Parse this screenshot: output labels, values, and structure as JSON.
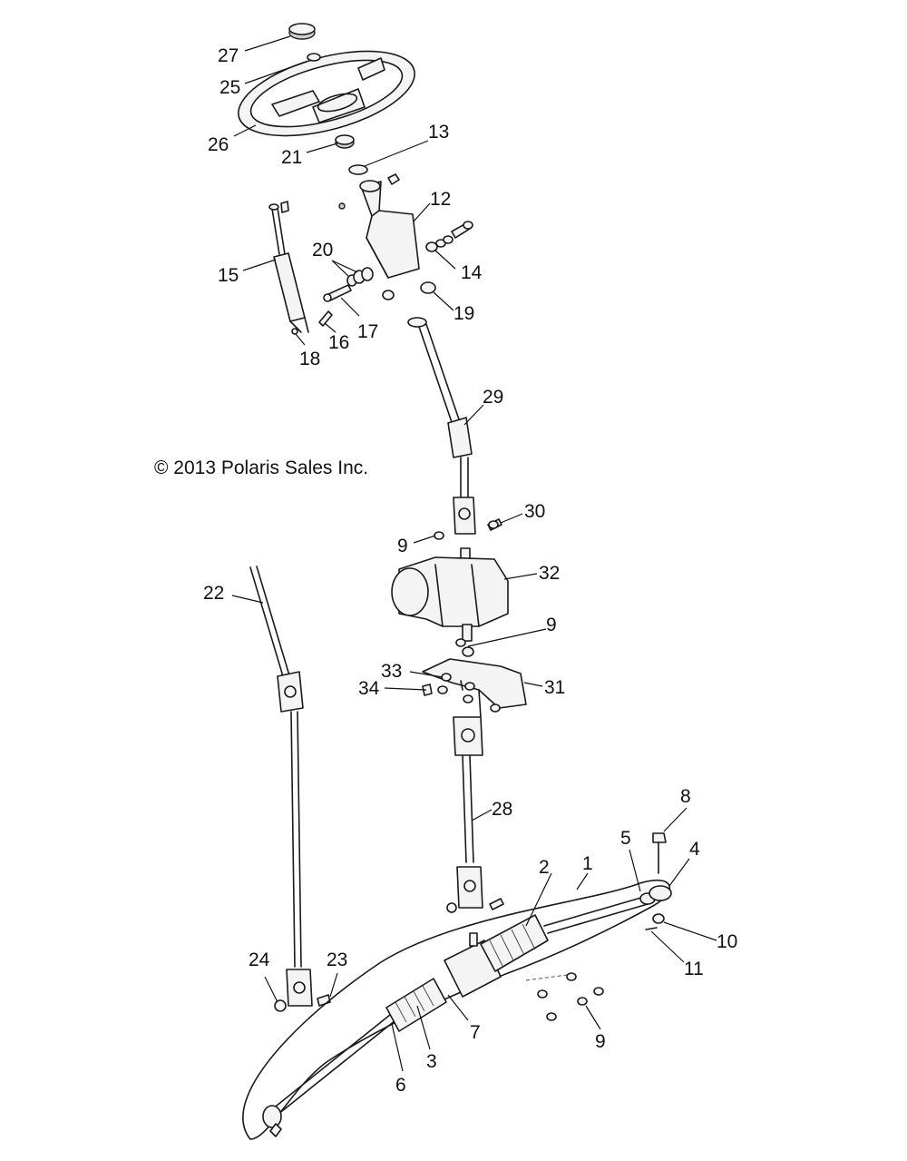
{
  "copyright": "© 2013 Polaris Sales Inc.",
  "callouts": {
    "c1": "1",
    "c2": "2",
    "c3": "3",
    "c4": "4",
    "c5": "5",
    "c6": "6",
    "c7": "7",
    "c8": "8",
    "c9a": "9",
    "c9b": "9",
    "c9c": "9",
    "c10": "10",
    "c11": "11",
    "c12": "12",
    "c13": "13",
    "c14": "14",
    "c15": "15",
    "c16": "16",
    "c17": "17",
    "c18": "18",
    "c19": "19",
    "c20": "20",
    "c21": "21",
    "c22": "22",
    "c23": "23",
    "c24": "24",
    "c25": "25",
    "c26": "26",
    "c27": "27",
    "c28": "28",
    "c29": "29",
    "c30": "30",
    "c31": "31",
    "c32": "32",
    "c33": "33",
    "c34": "34"
  }
}
